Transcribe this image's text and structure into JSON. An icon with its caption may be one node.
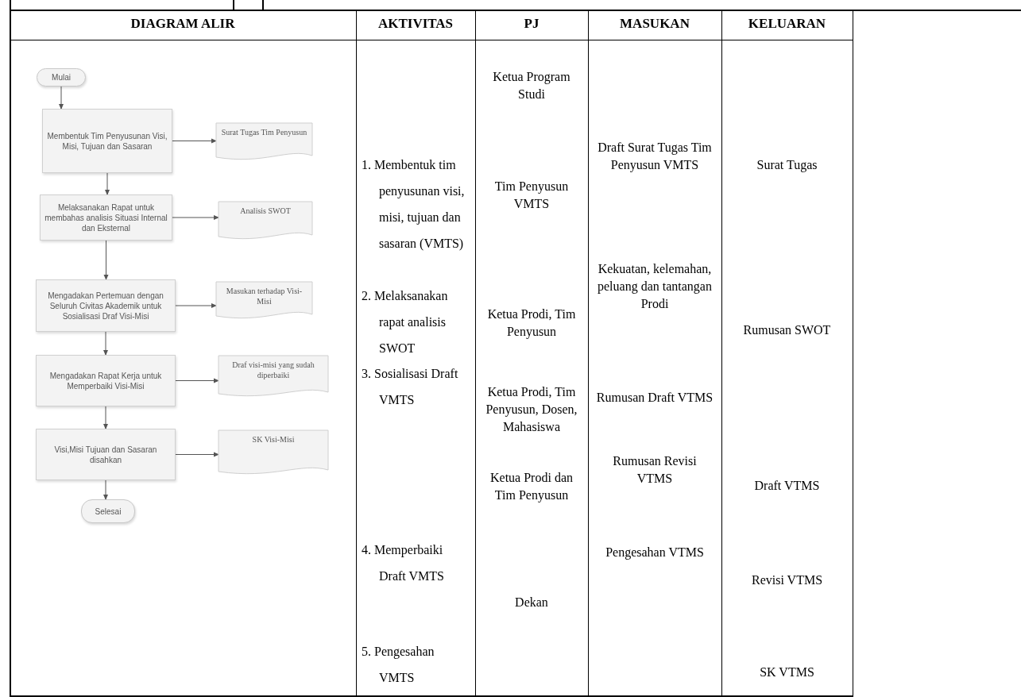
{
  "diagram": {
    "nodes": [
      {
        "text": [
          "Mulai"
        ]
      },
      {
        "text": [
          "Membentuk Tim Penyusunan Visi, Misi, Tujuan dan Sasaran"
        ]
      },
      {
        "text": [
          "Surat Tugas Tim Penyusun"
        ]
      },
      {
        "text": [
          "Melaksanakan Rapat untuk membahas analisis Situasi Internal dan Eksternal"
        ]
      },
      {
        "text": [
          "Analisis SWOT"
        ]
      },
      {
        "text": [
          "Mengadakan Pertemuan dengan Seluruh Civitas Akademik untuk Sosialisasi Draf Visi-Misi"
        ]
      },
      {
        "text": [
          "Masukan terhadap Visi-Misi"
        ]
      },
      {
        "text": [
          "Mengadakan Rapat Kerja untuk Memperbaiki Visi-Misi"
        ]
      },
      {
        "text": [
          "Draf visi-misi yang sudah diperbaiki"
        ]
      },
      {
        "text": [
          "Visi,Misi Tujuan dan Sasaran disahkan"
        ]
      },
      {
        "text": [
          "SK Visi-Misi"
        ]
      },
      {
        "text": [
          "Selesai"
        ]
      }
    ],
    "edges": [
      {
        "from": 0,
        "to": 1,
        "arrow": "to"
      },
      {
        "from": 1,
        "to": 2,
        "arrow": "to"
      },
      {
        "from": 1,
        "to": 3,
        "arrow": "to"
      },
      {
        "from": 3,
        "to": 4,
        "arrow": "to"
      },
      {
        "from": 3,
        "to": 5,
        "arrow": "to"
      },
      {
        "from": 5,
        "to": 6,
        "arrow": "to"
      },
      {
        "from": 5,
        "to": 7,
        "arrow": "to"
      },
      {
        "from": 7,
        "to": 8,
        "arrow": "to"
      },
      {
        "from": 7,
        "to": 9,
        "arrow": "to"
      },
      {
        "from": 9,
        "to": 10,
        "arrow": "to"
      },
      {
        "from": 9,
        "to": 11,
        "arrow": "to"
      }
    ],
    "labels": [
      "DIAGRAM ALIR",
      "AKTIVITAS",
      "PJ",
      "MASUKAN",
      "KELUARAN",
      "1. Membentuk tim penyusunan visi, misi, tujuan dan sasaran (VMTS)",
      "2. Melaksanakan rapat analisis SWOT",
      "3. Sosialisasi Draft VMTS",
      "4. Memperbaiki Draft VMTS",
      "5. Pengesahan VMTS",
      "Ketua Program Studi",
      "Tim Penyusun VMTS",
      "Ketua Prodi, Tim Penyusun",
      "Ketua Prodi, Tim Penyusun, Dosen, Mahasiswa",
      "Ketua Prodi dan Tim Penyusun",
      "Dekan",
      "Draft Surat Tugas Tim Penyusun VMTS",
      "Kekuatan, kelemahan, peluang dan tantangan Prodi",
      "Rumusan Draft VTMS",
      "Rumusan Revisi VTMS",
      "Pengesahan VTMS",
      "Surat Tugas",
      "Rumusan SWOT",
      "Draft VTMS",
      "Revisi VTMS",
      "SK VTMS"
    ]
  }
}
